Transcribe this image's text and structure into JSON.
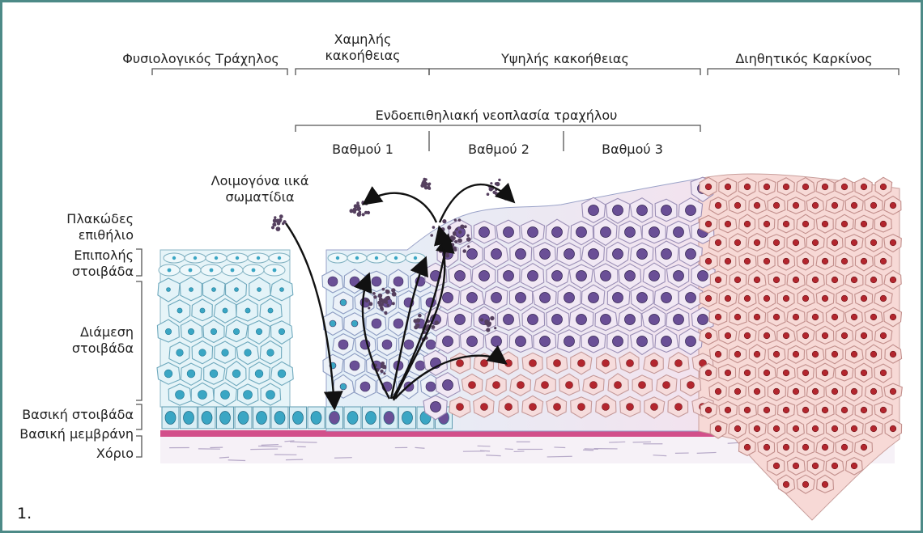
{
  "header": {
    "normal_cervix": "Φυσιολογικός Τράχηλος",
    "low_grade": "Χαμηλής κακοήθειας",
    "high_grade": "Υψηλής κακοήθειας",
    "invasive_cancer": "Διηθητικός Καρκίνος",
    "cin": "Ενδοεπιθηλιακή νεοπλασία τραχήλου",
    "grade1": "Βαθμού 1",
    "grade2": "Βαθμού 2",
    "grade3": "Βαθμού 3"
  },
  "labels": {
    "viral_particles": "Λοιμογόνα ιικά σωματίδια",
    "squamous_epithelium": "Πλακώδες επιθήλιο",
    "superficial_layer": "Επιπολής στοιβάδα",
    "intermediate_layer": "Διάμεση στοιβάδα",
    "basal_layer": "Βασική στοιβάδα",
    "basement_membrane": "Βασική μεμβράνη",
    "stroma": "Χόριο"
  },
  "figure_number": "1.",
  "colors": {
    "frame": "#4d8a87",
    "normal_cell_fill": "#e3f3f8",
    "normal_nucleus": "#3aa6c4",
    "dysplastic_nucleus": "#6a4f96",
    "cancer_cell_fill": "#f7d9d6",
    "cancer_nucleus": "#b3262e",
    "membrane": "#d24f8a",
    "virus_dots": "#55405f"
  }
}
